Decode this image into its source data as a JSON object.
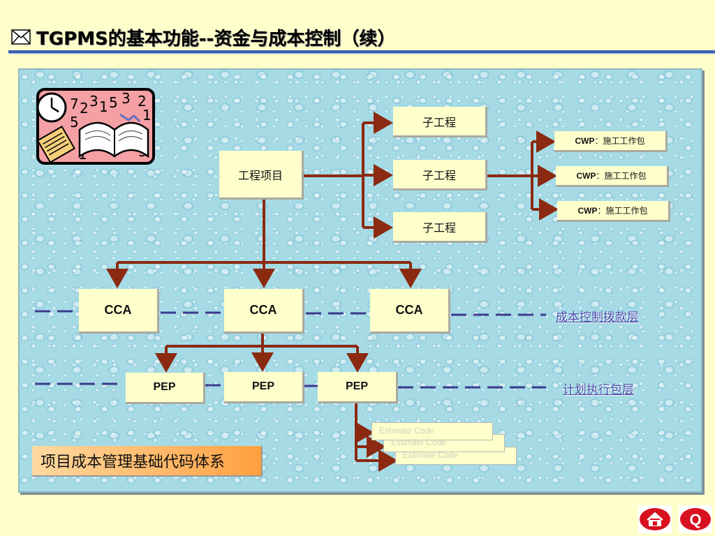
{
  "header": {
    "title": "TGPMS的基本功能--资金与成本控制（续）"
  },
  "diagram": {
    "root": "工程项目",
    "subprojects": [
      "子工程",
      "子工程",
      "子工程"
    ],
    "cwps": [
      {
        "code": "CWP",
        "desc": "：施工工作包"
      },
      {
        "code": "CWP",
        "desc": "：施工工作包"
      },
      {
        "code": "CWP",
        "desc": "：施工工作包"
      }
    ],
    "ccas": [
      "CCA",
      "CCA",
      "CCA"
    ],
    "peps": [
      "PEP",
      "PEP",
      "PEP"
    ],
    "estimates": [
      "Estimate Code",
      "Estimate Code",
      "Estimate Code"
    ],
    "layers": {
      "cost_control": "成本控制拨款层",
      "plan_execution": "计划执行包层"
    },
    "caption": "项目成本管理基础代码体系"
  },
  "colors": {
    "arrow": "#8b2a10",
    "arrow_inner": "#c0482a",
    "dashed": "#3a3a8c",
    "box": "#ffffcc",
    "title_rule": "#3a62b0"
  },
  "icons": {
    "title": "envelope-icon",
    "clipart": "clock-calendar-book-icon",
    "nav_home": "home-icon",
    "nav_q": "question-icon"
  }
}
